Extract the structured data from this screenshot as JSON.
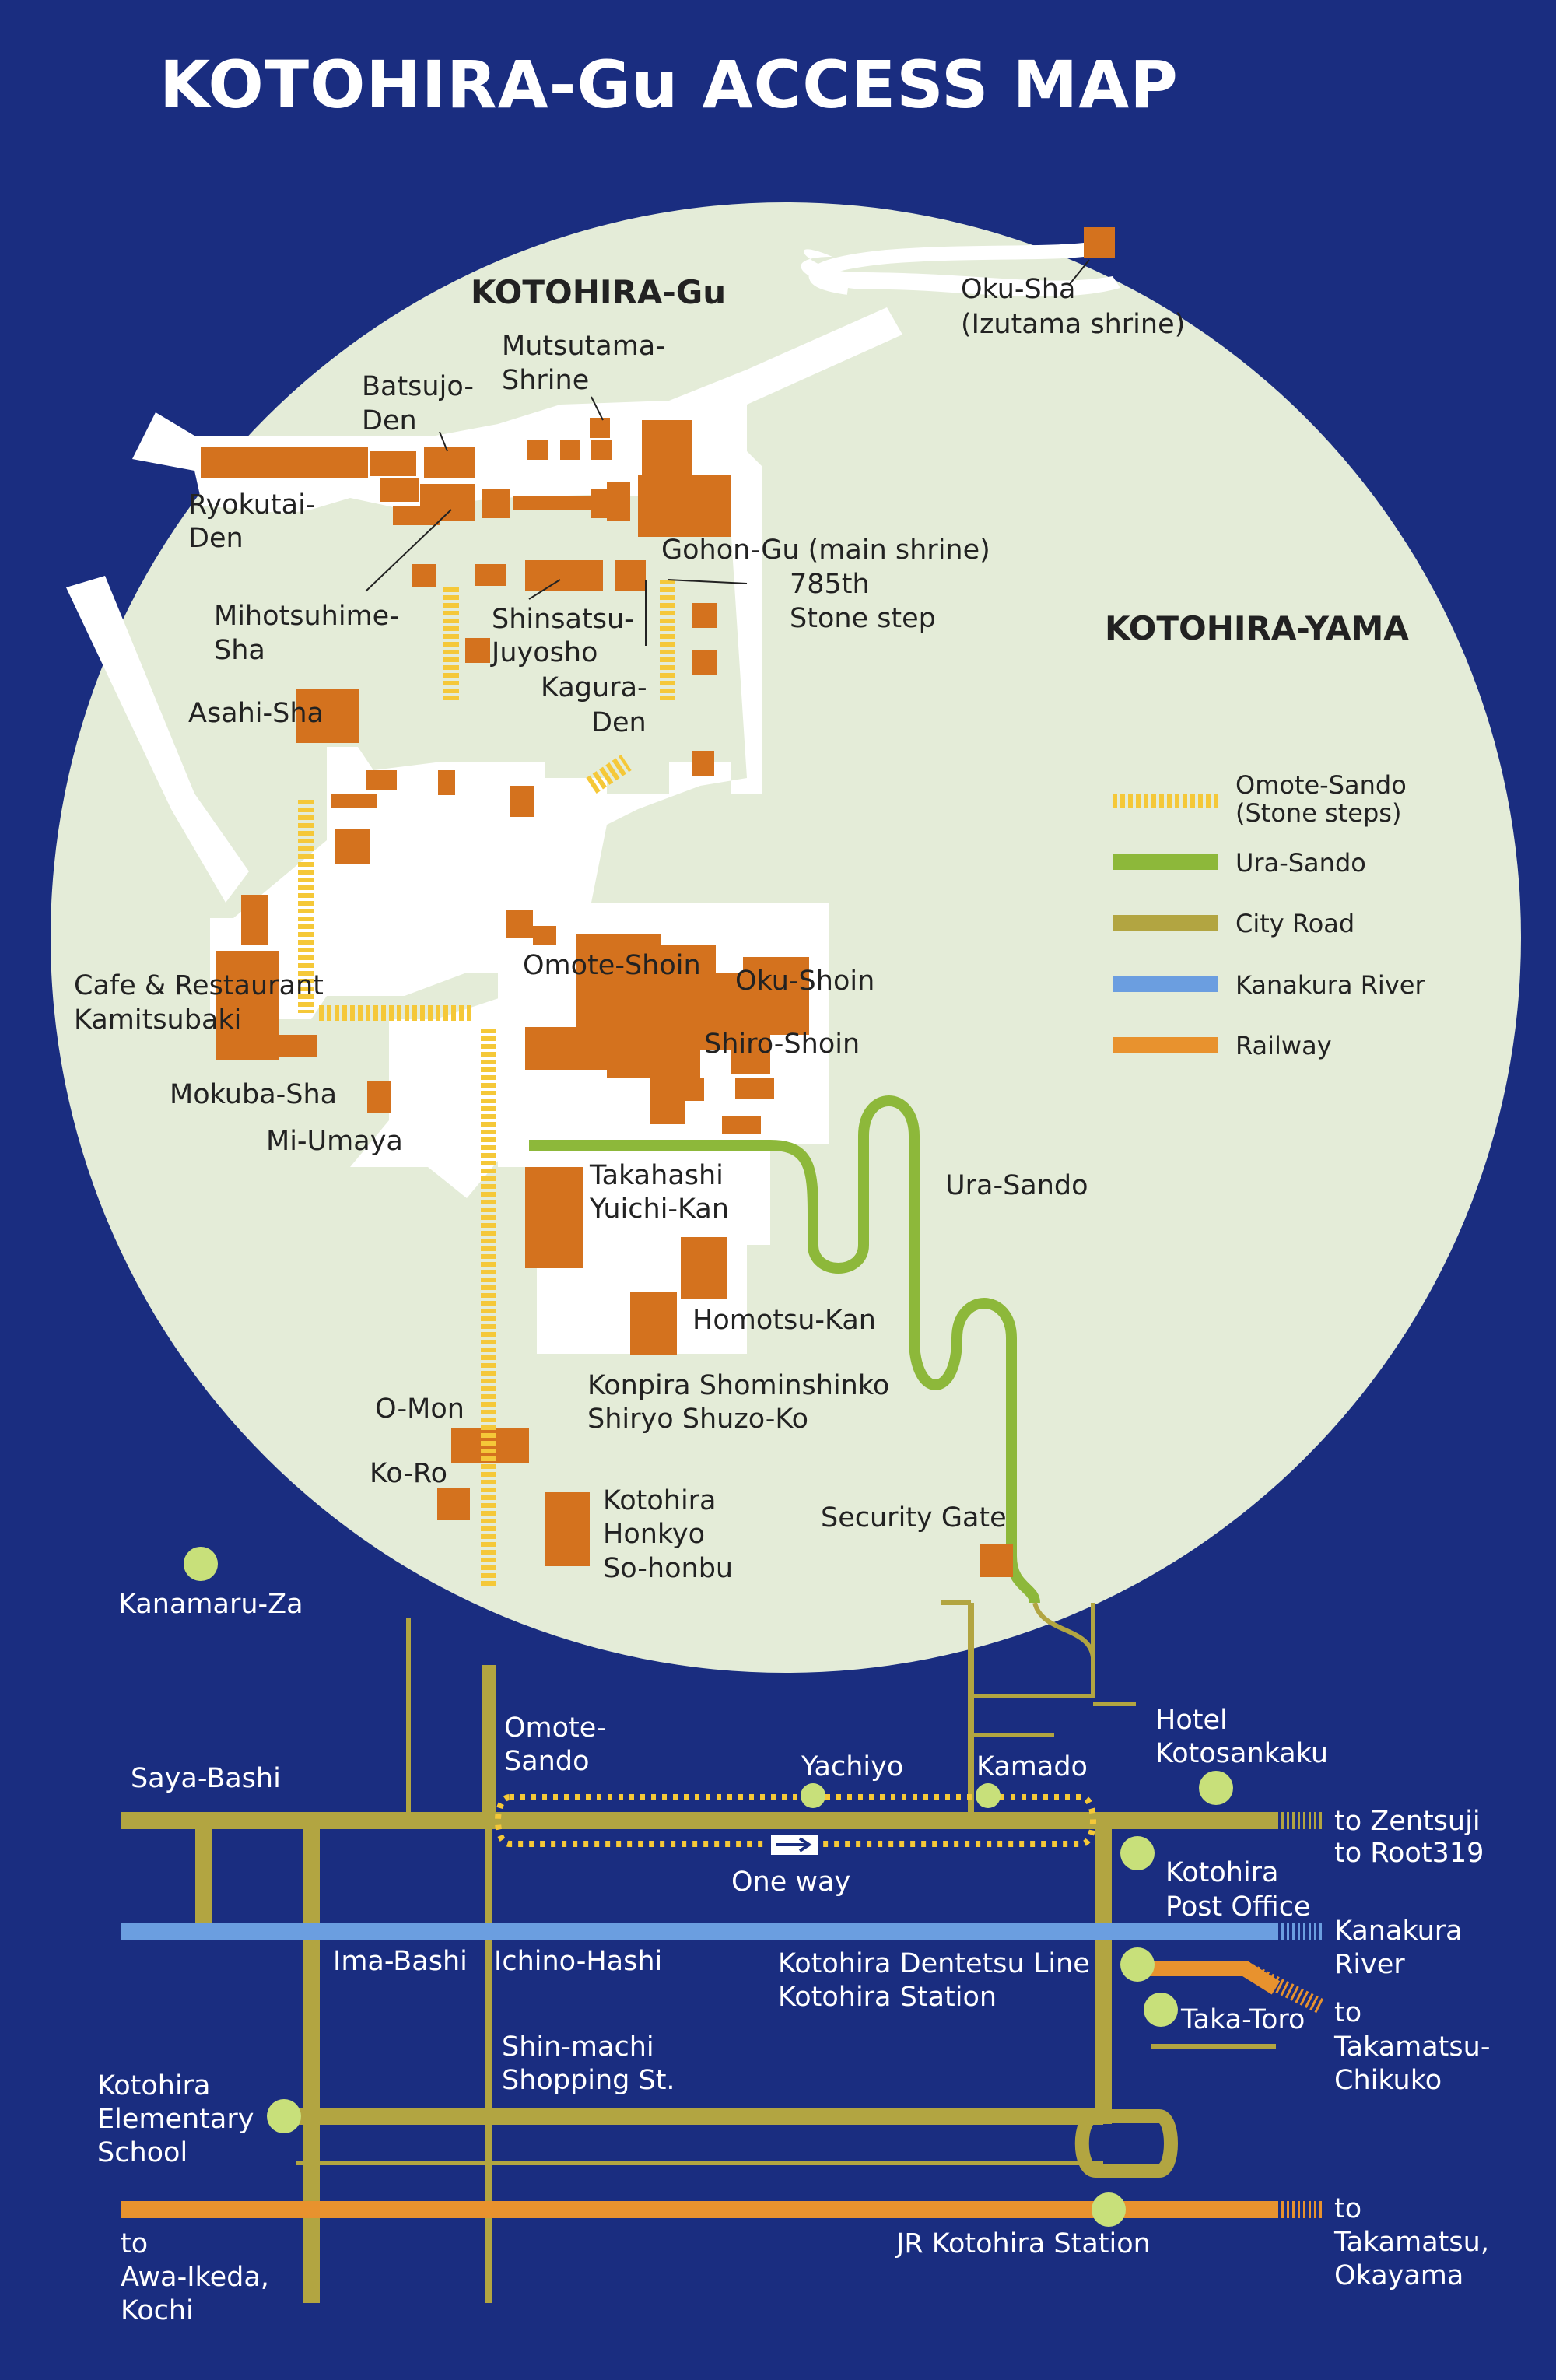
{
  "title": "KOTOHIRA-Gu ACCESS MAP",
  "colors": {
    "background": "#1a2d80",
    "mountain": "#e4ecd8",
    "building": "#d4721e",
    "omote_sando": "#f5c838",
    "ura_sando": "#8db83a",
    "city_road": "#b2a541",
    "river": "#6b9ee0",
    "railway": "#e8922e",
    "landmark_dot": "#c8e07a"
  },
  "labels": {
    "kotohira_gu": "KOTOHIRA-Gu",
    "kotohira_yama": "KOTOHIRA-YAMA",
    "oku_sha_1": "Oku-Sha",
    "oku_sha_2": "(Izutama shrine)",
    "mutsutama_1": "Mutsutama-",
    "mutsutama_2": "Shrine",
    "batsujo_1": "Batsujo-",
    "batsujo_2": "Den",
    "ryokutai_1": "Ryokutai-",
    "ryokutai_2": "Den",
    "gohon_gu": "Gohon-Gu (main shrine)",
    "step_1": "785th",
    "step_2": "Stone step",
    "mihotsuhime_1": "Mihotsuhime-",
    "mihotsuhime_2": "Sha",
    "shinsatsu_1": "Shinsatsu-",
    "shinsatsu_2": "Juyosho",
    "kagura_1": "Kagura-",
    "kagura_2": "Den",
    "asahi_sha": "Asahi-Sha",
    "cafe_1": "Cafe & Restaurant",
    "cafe_2": "Kamitsubaki",
    "omote_shoin": "Omote-Shoin",
    "oku_shoin": "Oku-Shoin",
    "shiro_shoin": "Shiro-Shoin",
    "mokuba_sha": "Mokuba-Sha",
    "mi_umaya": "Mi-Umaya",
    "takahashi_1": "Takahashi",
    "takahashi_2": "Yuichi-Kan",
    "ura_sando": "Ura-Sando",
    "homotsu_kan": "Homotsu-Kan",
    "konpira_1": "Konpira Shominshinko",
    "konpira_2": "Shiryo Shuzo-Ko",
    "o_mon": "O-Mon",
    "ko_ro": "Ko-Ro",
    "honkyo_1": "Kotohira",
    "honkyo_2": "Honkyo",
    "honkyo_3": "So-honbu",
    "security_gate": "Security Gate",
    "kanamaru_za": "Kanamaru-Za",
    "omote_sando_1": "Omote-",
    "omote_sando_2": "Sando",
    "saya_bashi": "Saya-Bashi",
    "yachiyo": "Yachiyo",
    "kamado": "Kamado",
    "hotel_1": "Hotel",
    "hotel_2": "Kotosankaku",
    "to_zentsuji": "to Zentsuji",
    "to_root": "to Root319",
    "one_way": "One way",
    "post_1": "Kotohira",
    "post_2": "Post Office",
    "kanakura_1": "Kanakura",
    "kanakura_2": "River",
    "ima_bashi": "Ima-Bashi",
    "ichino_hashi": "Ichino-Hashi",
    "dentetsu_1": "Kotohira Dentetsu Line",
    "dentetsu_2": "Kotohira Station",
    "taka_toro": "Taka-Toro",
    "takamatsu_chikuko_1": "to",
    "takamatsu_chikuko_2": "Takamatsu-",
    "takamatsu_chikuko_3": "Chikuko",
    "shinmachi_1": "Shin-machi",
    "shinmachi_2": "Shopping St.",
    "school_1": "Kotohira",
    "school_2": "Elementary",
    "school_3": "School",
    "awa_1": "to",
    "awa_2": "Awa-Ikeda,",
    "awa_3": "Kochi",
    "jr_station": "JR Kotohira Station",
    "takamatsu_okayama_1": "to",
    "takamatsu_okayama_2": "Takamatsu,",
    "takamatsu_okayama_3": "Okayama"
  },
  "legend": [
    {
      "label_1": "Omote-Sando",
      "label_2": "(Stone steps)",
      "style": "dashed",
      "color": "#f5c838"
    },
    {
      "label_1": "Ura-Sando",
      "label_2": "",
      "style": "solid",
      "color": "#8db83a"
    },
    {
      "label_1": "City Road",
      "label_2": "",
      "style": "solid",
      "color": "#b2a541"
    },
    {
      "label_1": "Kanakura River",
      "label_2": "",
      "style": "solid",
      "color": "#6b9ee0"
    },
    {
      "label_1": "Railway",
      "label_2": "",
      "style": "solid",
      "color": "#e8922e"
    }
  ]
}
